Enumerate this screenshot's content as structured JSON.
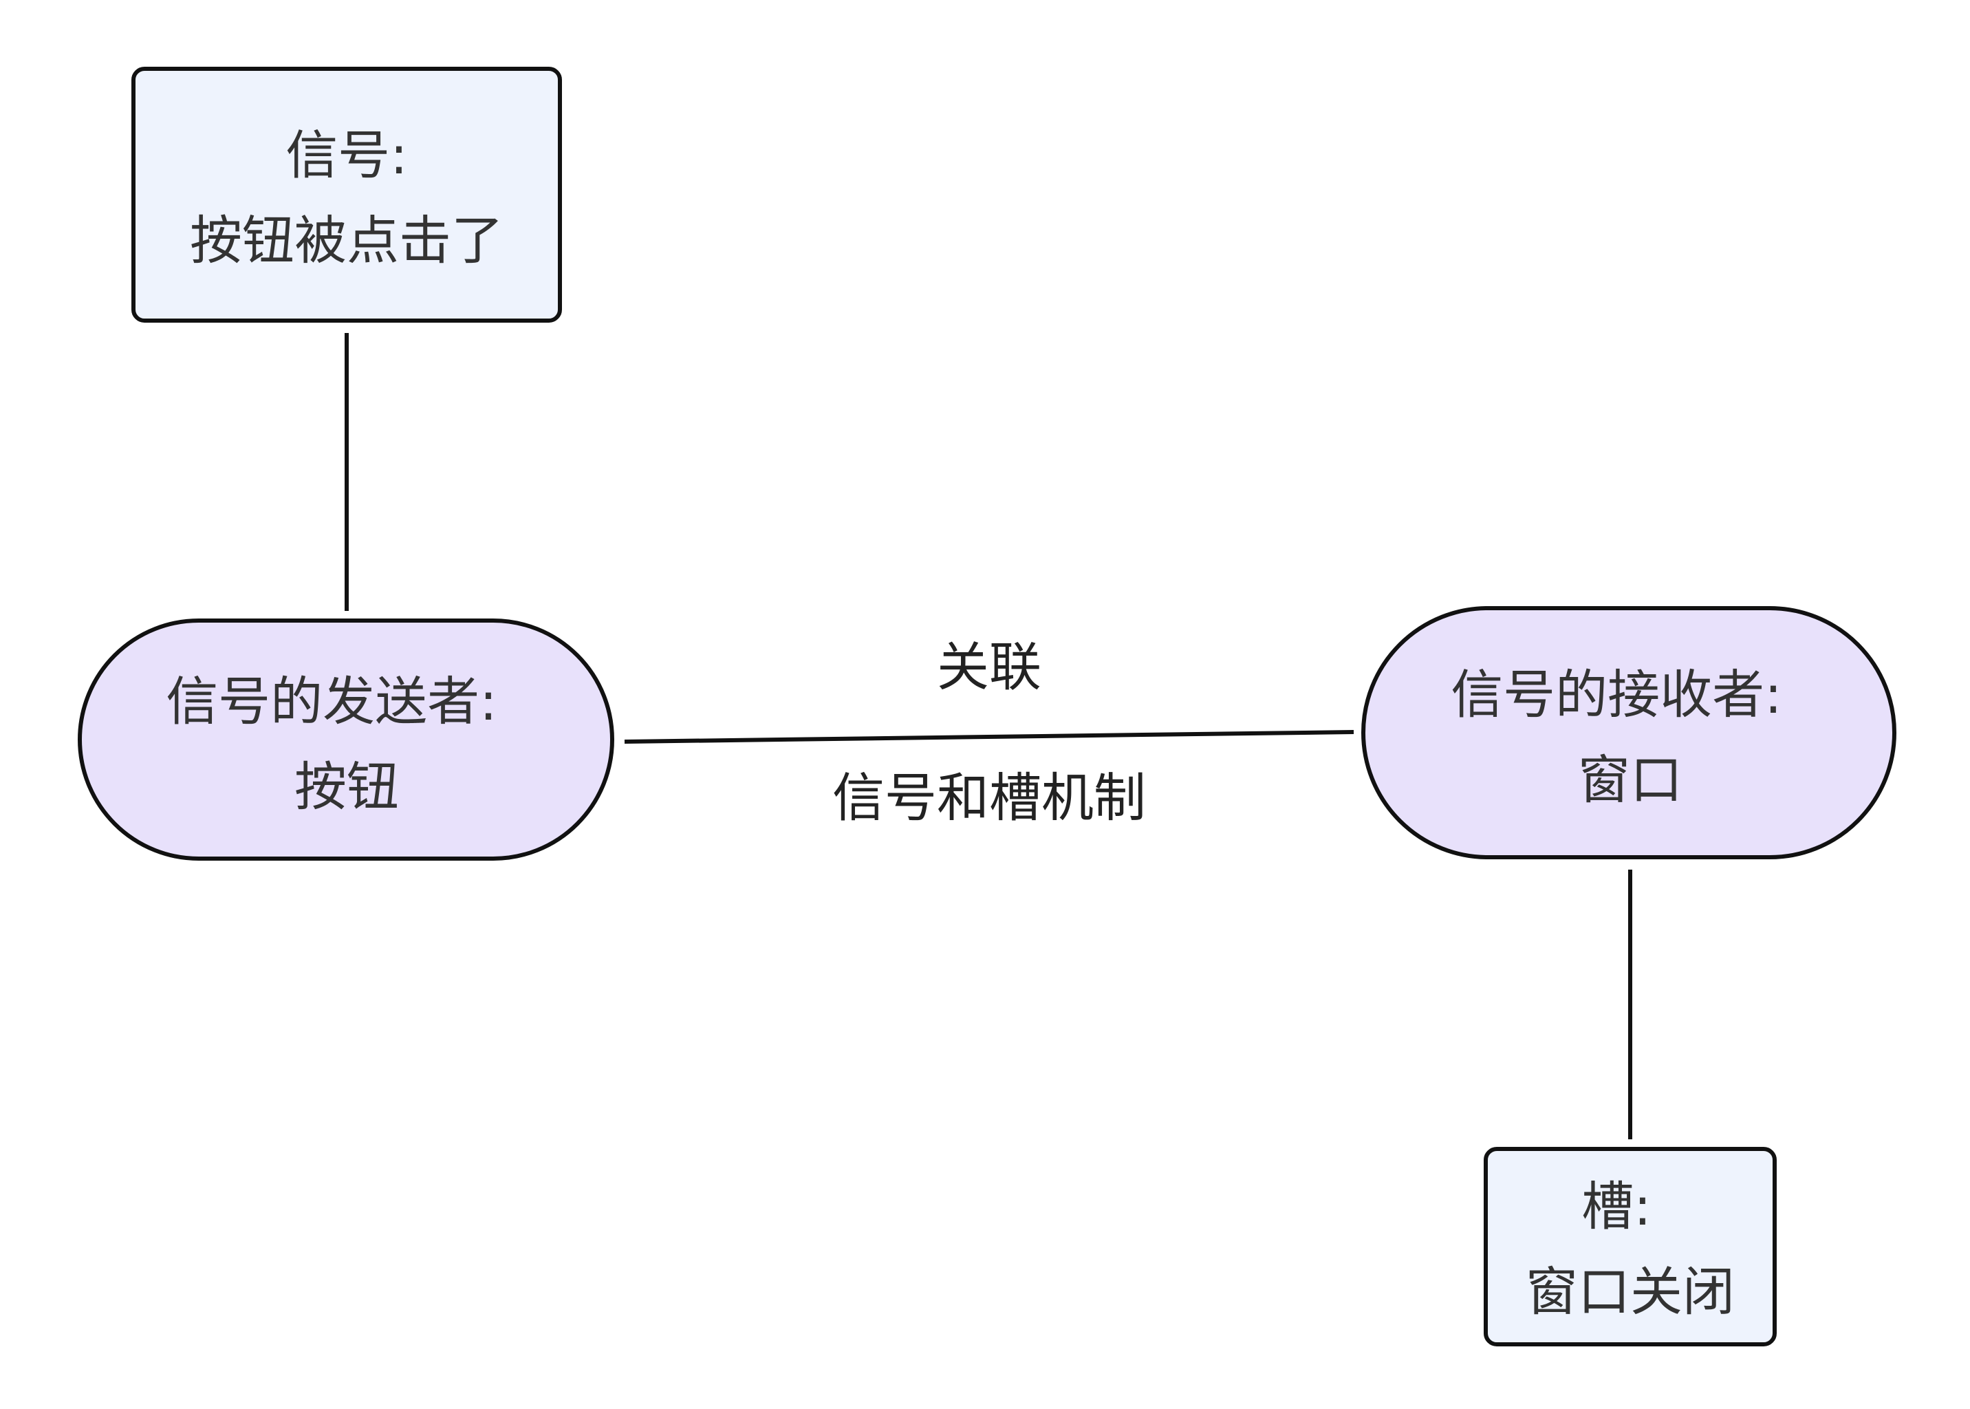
{
  "colors": {
    "background": "#ffffff",
    "rect_fill": "#eef3fd",
    "pill_fill": "#e8e1fb",
    "stroke": "#111111",
    "text": "#333333"
  },
  "nodes": {
    "signal": {
      "line1": "信号:",
      "line2": "按钮被点击了"
    },
    "sender": {
      "line1": "信号的发送者:",
      "line2": "按钮"
    },
    "receiver": {
      "line1": "信号的接收者:",
      "line2": "窗口"
    },
    "slot": {
      "line1": "槽:",
      "line2": "窗口关闭"
    }
  },
  "edges": {
    "sender_receiver": {
      "label_top": "关联",
      "label_bottom": "信号和槽机制"
    }
  }
}
